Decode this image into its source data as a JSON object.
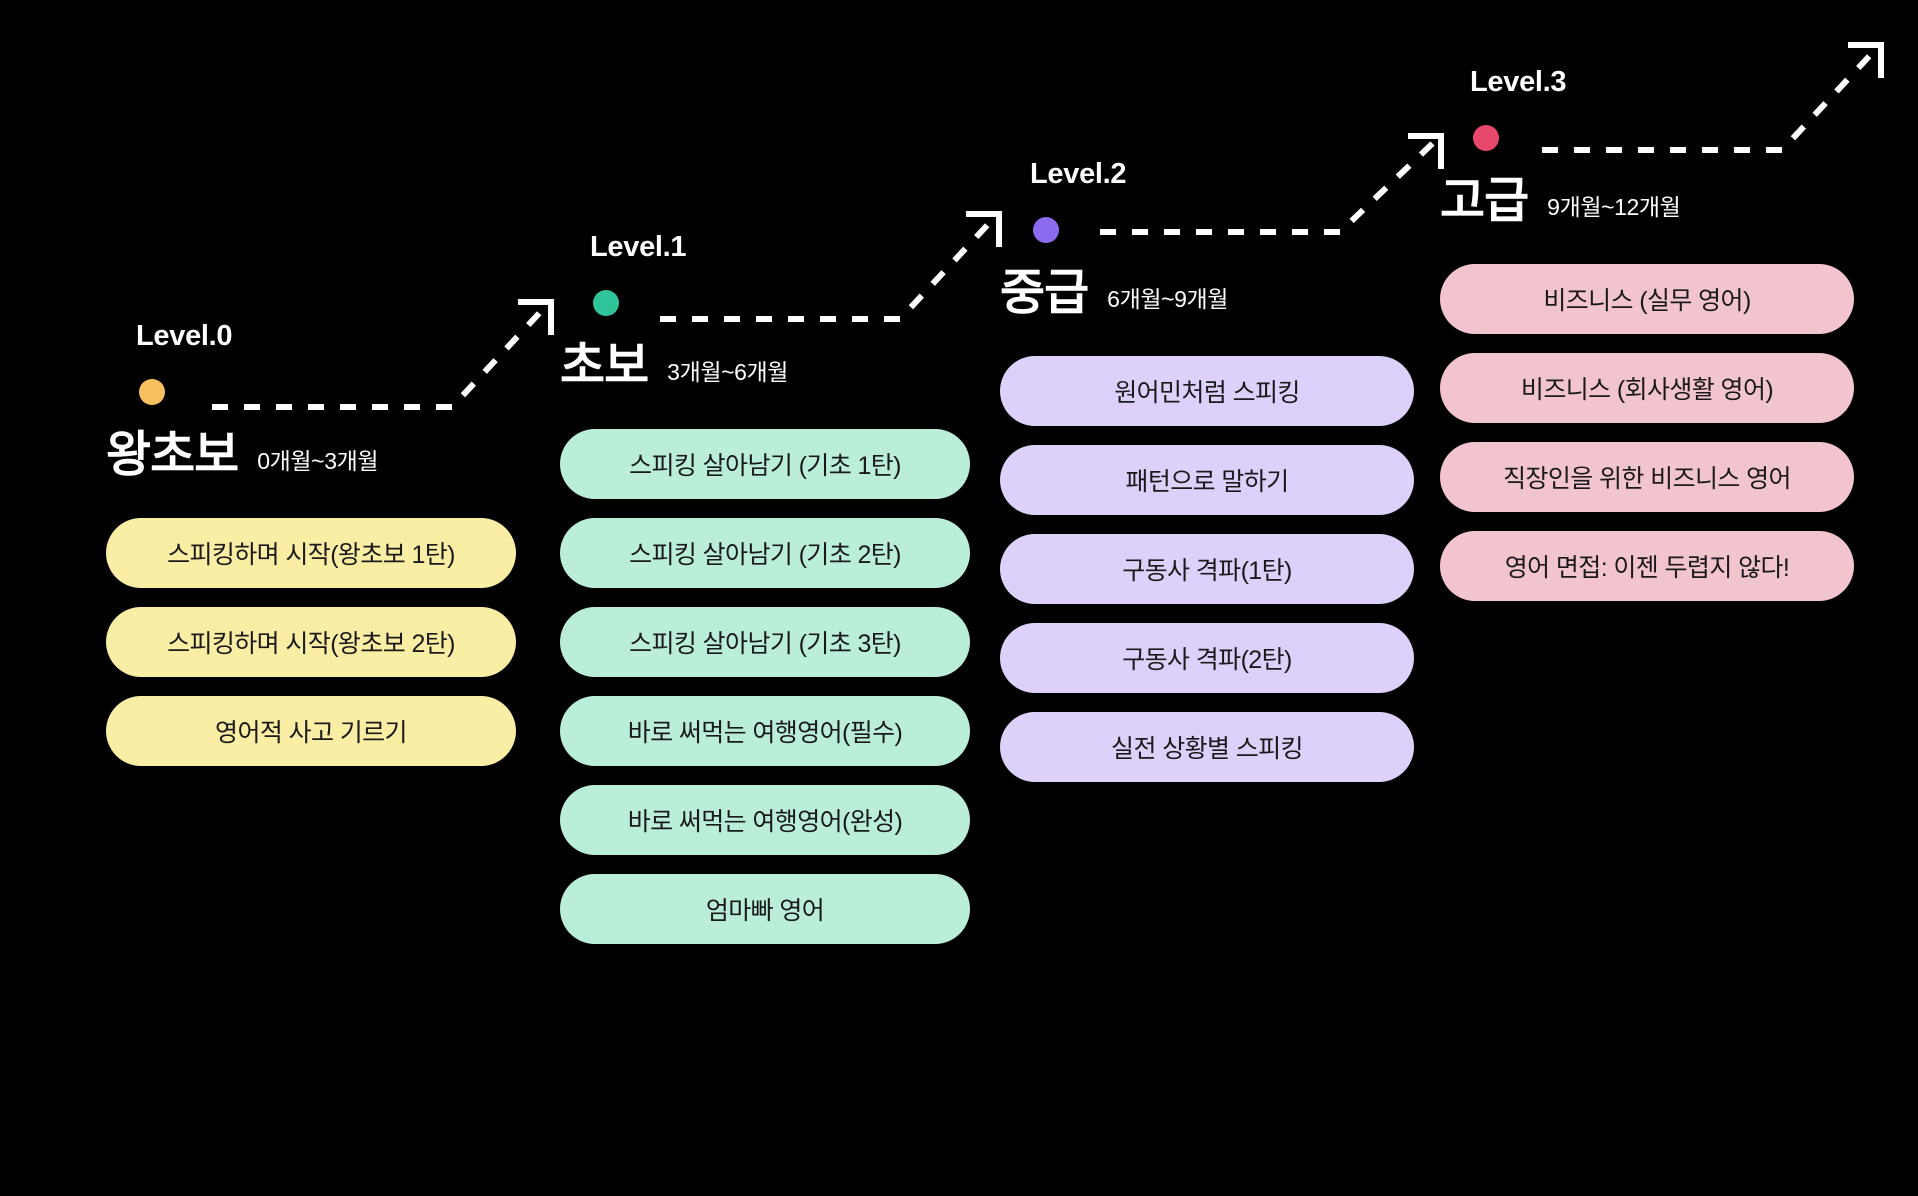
{
  "theme": {
    "background": "#000000",
    "text_light": "#ffffff",
    "text_dark": "#1a1a1a",
    "dash_color": "#ffffff"
  },
  "levels": [
    {
      "tag": "Level.0",
      "name": "왕초보",
      "duration": "0개월~3개월",
      "dot_color": "#fac05e",
      "pill_color": "#faeea4",
      "courses": [
        "스피킹하며 시작(왕초보 1탄)",
        "스피킹하며 시작(왕초보 2탄)",
        "영어적 사고 기르기"
      ]
    },
    {
      "tag": "Level.1",
      "name": "초보",
      "duration": "3개월~6개월",
      "dot_color": "#2fc49a",
      "pill_color": "#baeed9",
      "courses": [
        "스피킹 살아남기 (기초 1탄)",
        "스피킹 살아남기 (기초 2탄)",
        "스피킹 살아남기 (기초 3탄)",
        "바로 써먹는 여행영어(필수)",
        "바로 써먹는 여행영어(완성)",
        "엄마빠 영어"
      ]
    },
    {
      "tag": "Level.2",
      "name": "중급",
      "duration": "6개월~9개월",
      "dot_color": "#8b6bef",
      "pill_color": "#ddd0fa",
      "courses": [
        "원어민처럼 스피킹",
        "패턴으로 말하기",
        "구동사 격파(1탄)",
        "구동사 격파(2탄)",
        "실전 상황별 스피킹"
      ]
    },
    {
      "tag": "Level.3",
      "name": "고급",
      "duration": "9개월~12개월",
      "dot_color": "#e8486b",
      "pill_color": "#f2c4ce",
      "courses": [
        "비즈니스 (실무 영어)",
        "비즈니스 (회사생활 영어)",
        "직장인을 위한 비즈니스 영어",
        "영어 면접: 이젠 두렵지 않다!"
      ]
    }
  ]
}
